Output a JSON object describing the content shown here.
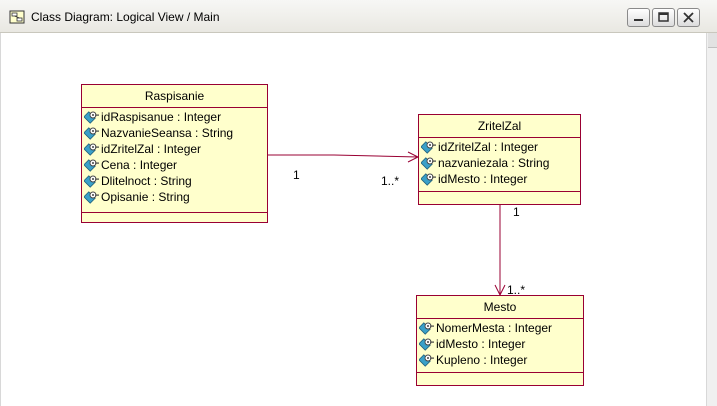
{
  "window": {
    "title": "Class Diagram: Logical View / Main",
    "icon": "class-diagram-icon",
    "buttons": [
      "minimize-icon",
      "restore-icon",
      "close-icon"
    ]
  },
  "colors": {
    "class_fill": "#ffffcc",
    "class_border": "#990033",
    "link": "#990033"
  },
  "attribute_icon": "attribute-icon",
  "classes": {
    "raspisanie": {
      "name": "Raspisanie",
      "attributes": [
        "idRaspisanue : Integer",
        "NazvanieSeansa : String",
        "idZritelZal : Integer",
        "Cena : Integer",
        "Dlitelnoct : String",
        "Opisanie : String"
      ]
    },
    "zritelzal": {
      "name": "ZritelZal",
      "attributes": [
        "idZritelZal : Integer",
        "nazvaniezala : String",
        "idMesto : Integer"
      ]
    },
    "mesto": {
      "name": "Mesto",
      "attributes": [
        "NomerMesta : Integer",
        "idMesto : Integer",
        "Kupleno : Integer"
      ]
    }
  },
  "associations": {
    "raspisanie_zritelzal": {
      "source_mult": "1",
      "target_mult": "1..*"
    },
    "zritelzal_mesto": {
      "source_mult": "1",
      "target_mult": "1..*"
    }
  }
}
